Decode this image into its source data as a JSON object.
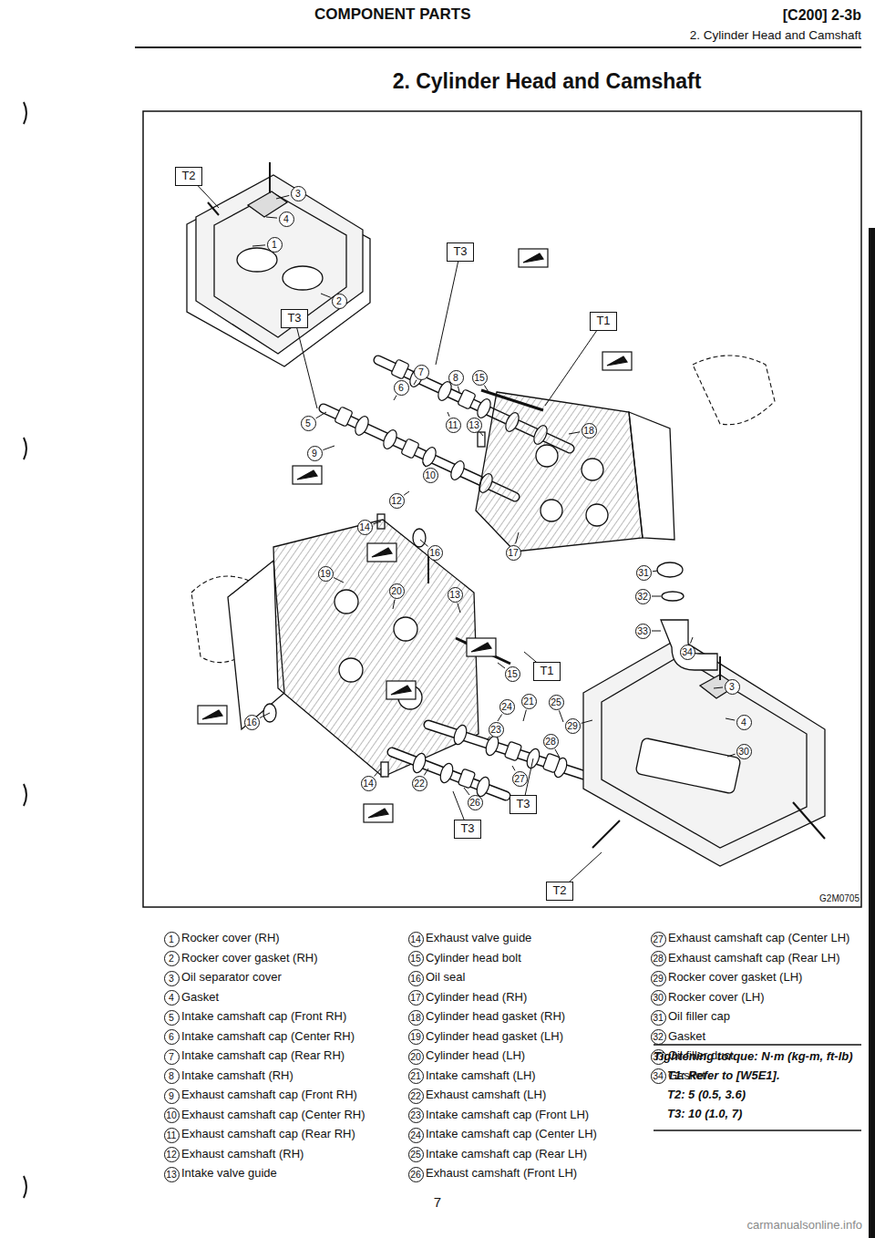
{
  "diagram": {
    "title": "2. Cylinder Head and Camshaft",
    "nodes": [
      {
        "text": [
          "T2"
        ]
      },
      {
        "text": [
          "T3"
        ]
      },
      {
        "text": [
          "T3"
        ]
      },
      {
        "text": [
          "T1"
        ]
      },
      {
        "text": [
          "T1"
        ]
      },
      {
        "text": [
          "T3"
        ]
      },
      {
        "text": [
          "T3"
        ]
      },
      {
        "text": [
          "T2"
        ]
      }
    ],
    "labels": [
      "COMPONENT PARTS",
      "[C200] 2-3b",
      "2. Cylinder Head and Camshaft",
      "3",
      "4",
      "1",
      "2",
      "7",
      "6",
      "8",
      "15",
      "5",
      "11",
      "13",
      "9",
      "10",
      "18",
      "12",
      "14",
      "16",
      "17",
      "19",
      "20",
      "13",
      "31",
      "32",
      "33",
      "34",
      "15",
      "24",
      "21",
      "25",
      "16",
      "23",
      "28",
      "29",
      "3",
      "4",
      "30",
      "14",
      "22",
      "27",
      "26",
      "G2M0705",
      "1",
      "Rocker cover (RH)",
      "2",
      "Rocker cover gasket (RH)",
      "3",
      "Oil separator cover",
      "4",
      "Gasket",
      "5",
      "Intake camshaft cap (Front RH)",
      "6",
      "Intake camshaft cap (Center RH)",
      "7",
      "Intake camshaft cap (Rear RH)",
      "8",
      "Intake camshaft (RH)",
      "9",
      "Exhaust camshaft cap (Front RH)",
      "10",
      "Exhaust camshaft cap (Center RH)",
      "11",
      "Exhaust camshaft cap (Rear RH)",
      "12",
      "Exhaust camshaft (RH)",
      "13",
      "Intake valve guide",
      "14",
      "Exhaust valve guide",
      "15",
      "Cylinder head bolt",
      "16",
      "Oil seal",
      "17",
      "Cylinder head (RH)",
      "18",
      "Cylinder head gasket (RH)",
      "19",
      "Cylinder head gasket (LH)",
      "20",
      "Cylinder head (LH)",
      "21",
      "Intake camshaft (LH)",
      "22",
      "Exhaust camshaft (LH)",
      "23",
      "Intake camshaft cap (Front LH)",
      "24",
      "Intake camshaft cap (Center LH)",
      "25",
      "Intake camshaft cap (Rear LH)",
      "26",
      "Exhaust camshaft (Front LH)",
      "27",
      "Exhaust camshaft cap (Center LH)",
      "28",
      "Exhaust camshaft cap (Rear LH)",
      "29",
      "Rocker cover gasket (LH)",
      "30",
      "Rocker cover (LH)",
      "31",
      "Oil filler cap",
      "32",
      "Gasket",
      "33",
      "Oil filler duct",
      "34",
      "Gasket",
      "Tightening torque: N·m (kg-m, ft-lb)",
      "T1: Refer to [W5E1].",
      "T2: 5 (0.5, 3.6)",
      "T3: 10 (1.0, 7)",
      "7",
      "carmanualsonline.info"
    ]
  }
}
